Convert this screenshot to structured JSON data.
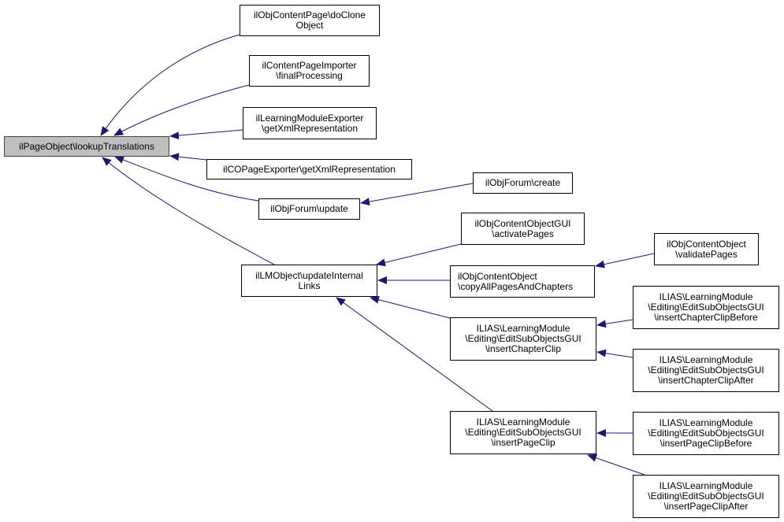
{
  "diagram": {
    "type": "doxygen-caller-graph",
    "colors": {
      "edge": "#191970",
      "root_fill": "#bfbfbf",
      "node_fill": "#ffffff",
      "border": "#000000"
    },
    "nodes": [
      {
        "id": "root",
        "label": "ilPageObject\\lookupTranslations"
      },
      {
        "id": "n1",
        "label": "ilObjContentPage\\doClone\nObject"
      },
      {
        "id": "n2",
        "label": "ilContentPageImporter\n\\finalProcessing"
      },
      {
        "id": "n3",
        "label": "ilLearningModuleExporter\n\\getXmlRepresentation"
      },
      {
        "id": "n4",
        "label": "ilCOPageExporter\\getXmlRepresentation"
      },
      {
        "id": "n5",
        "label": "ilObjForum\\update"
      },
      {
        "id": "n6",
        "label": "ilObjForum\\create"
      },
      {
        "id": "n7",
        "label": "ilLMObject\\updateInternal\nLinks"
      },
      {
        "id": "n8",
        "label": "ilObjContentObjectGUI\n\\activatePages"
      },
      {
        "id": "n9",
        "label": "ilObjContentObject\n\\copyAllPagesAndChapters"
      },
      {
        "id": "n10",
        "label": "ilObjContentObject\n\\validatePages"
      },
      {
        "id": "n11",
        "label": "ILIAS\\LearningModule\n\\Editing\\EditSubObjectsGUI\n\\insertChapterClip"
      },
      {
        "id": "n12",
        "label": "ILIAS\\LearningModule\n\\Editing\\EditSubObjectsGUI\n\\insertChapterClipBefore"
      },
      {
        "id": "n13",
        "label": "ILIAS\\LearningModule\n\\Editing\\EditSubObjectsGUI\n\\insertChapterClipAfter"
      },
      {
        "id": "n14",
        "label": "ILIAS\\LearningModule\n\\Editing\\EditSubObjectsGUI\n\\insertPageClip"
      },
      {
        "id": "n15",
        "label": "ILIAS\\LearningModule\n\\Editing\\EditSubObjectsGUI\n\\insertPageClipBefore"
      },
      {
        "id": "n16",
        "label": "ILIAS\\LearningModule\n\\Editing\\EditSubObjectsGUI\n\\insertPageClipAfter"
      }
    ],
    "edges": [
      {
        "from": "n1",
        "to": "root"
      },
      {
        "from": "n2",
        "to": "root"
      },
      {
        "from": "n3",
        "to": "root"
      },
      {
        "from": "n4",
        "to": "root"
      },
      {
        "from": "n5",
        "to": "root"
      },
      {
        "from": "n7",
        "to": "root"
      },
      {
        "from": "n6",
        "to": "n5"
      },
      {
        "from": "n8",
        "to": "n7"
      },
      {
        "from": "n9",
        "to": "n7"
      },
      {
        "from": "n11",
        "to": "n7"
      },
      {
        "from": "n14",
        "to": "n7"
      },
      {
        "from": "n10",
        "to": "n9"
      },
      {
        "from": "n12",
        "to": "n11"
      },
      {
        "from": "n13",
        "to": "n11"
      },
      {
        "from": "n15",
        "to": "n14"
      },
      {
        "from": "n16",
        "to": "n14"
      }
    ]
  }
}
